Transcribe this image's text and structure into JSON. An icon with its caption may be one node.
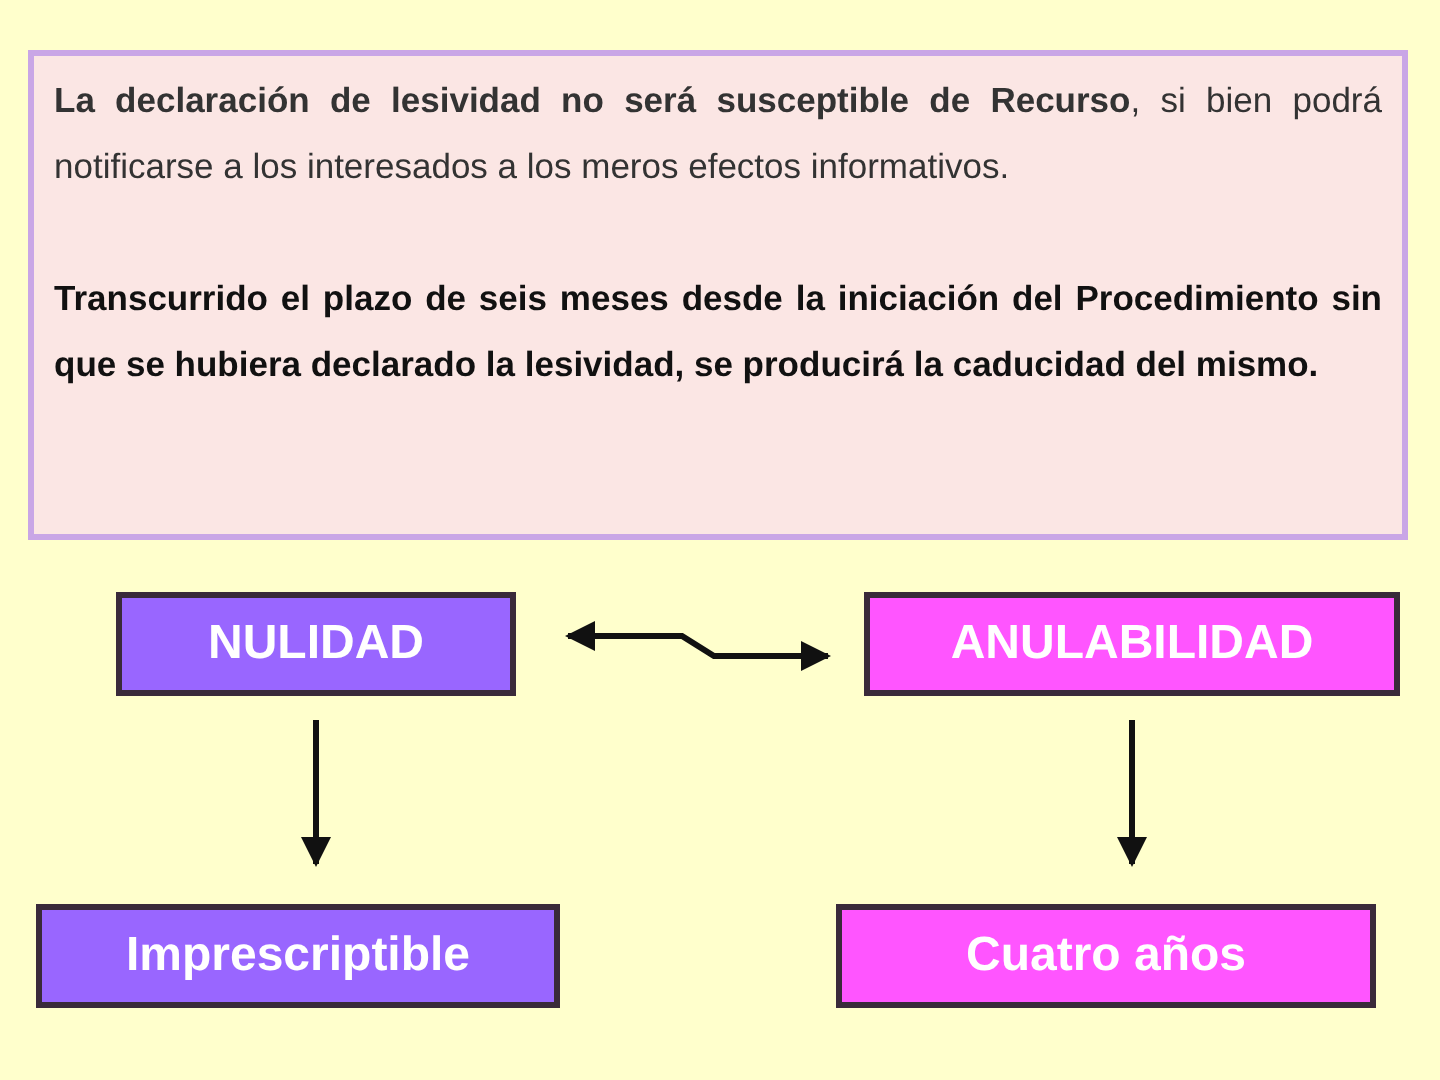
{
  "diagram": {
    "nodes": [
      {
        "text": [
          "**La declaración de lesividad no será susceptible de Recurso**, si bien podrá notificarse a los interesados a los meros efectos informativos.",
          "Transcurrido el plazo de seis meses desde la iniciación del Procedimiento sin que se hubiera declarado la lesividad, se producirá la caducidad del mismo."
        ]
      },
      {
        "text": [
          "NULIDAD"
        ]
      },
      {
        "text": [
          "ANULABILIDAD"
        ]
      },
      {
        "text": [
          "Imprescriptible"
        ]
      },
      {
        "text": [
          "Cuatro años"
        ]
      }
    ],
    "edges": [
      {
        "from": 1,
        "to": 2,
        "arrow": "both"
      },
      {
        "from": 1,
        "to": 3,
        "arrow": "to"
      },
      {
        "from": 2,
        "to": 4,
        "arrow": "to"
      }
    ]
  }
}
